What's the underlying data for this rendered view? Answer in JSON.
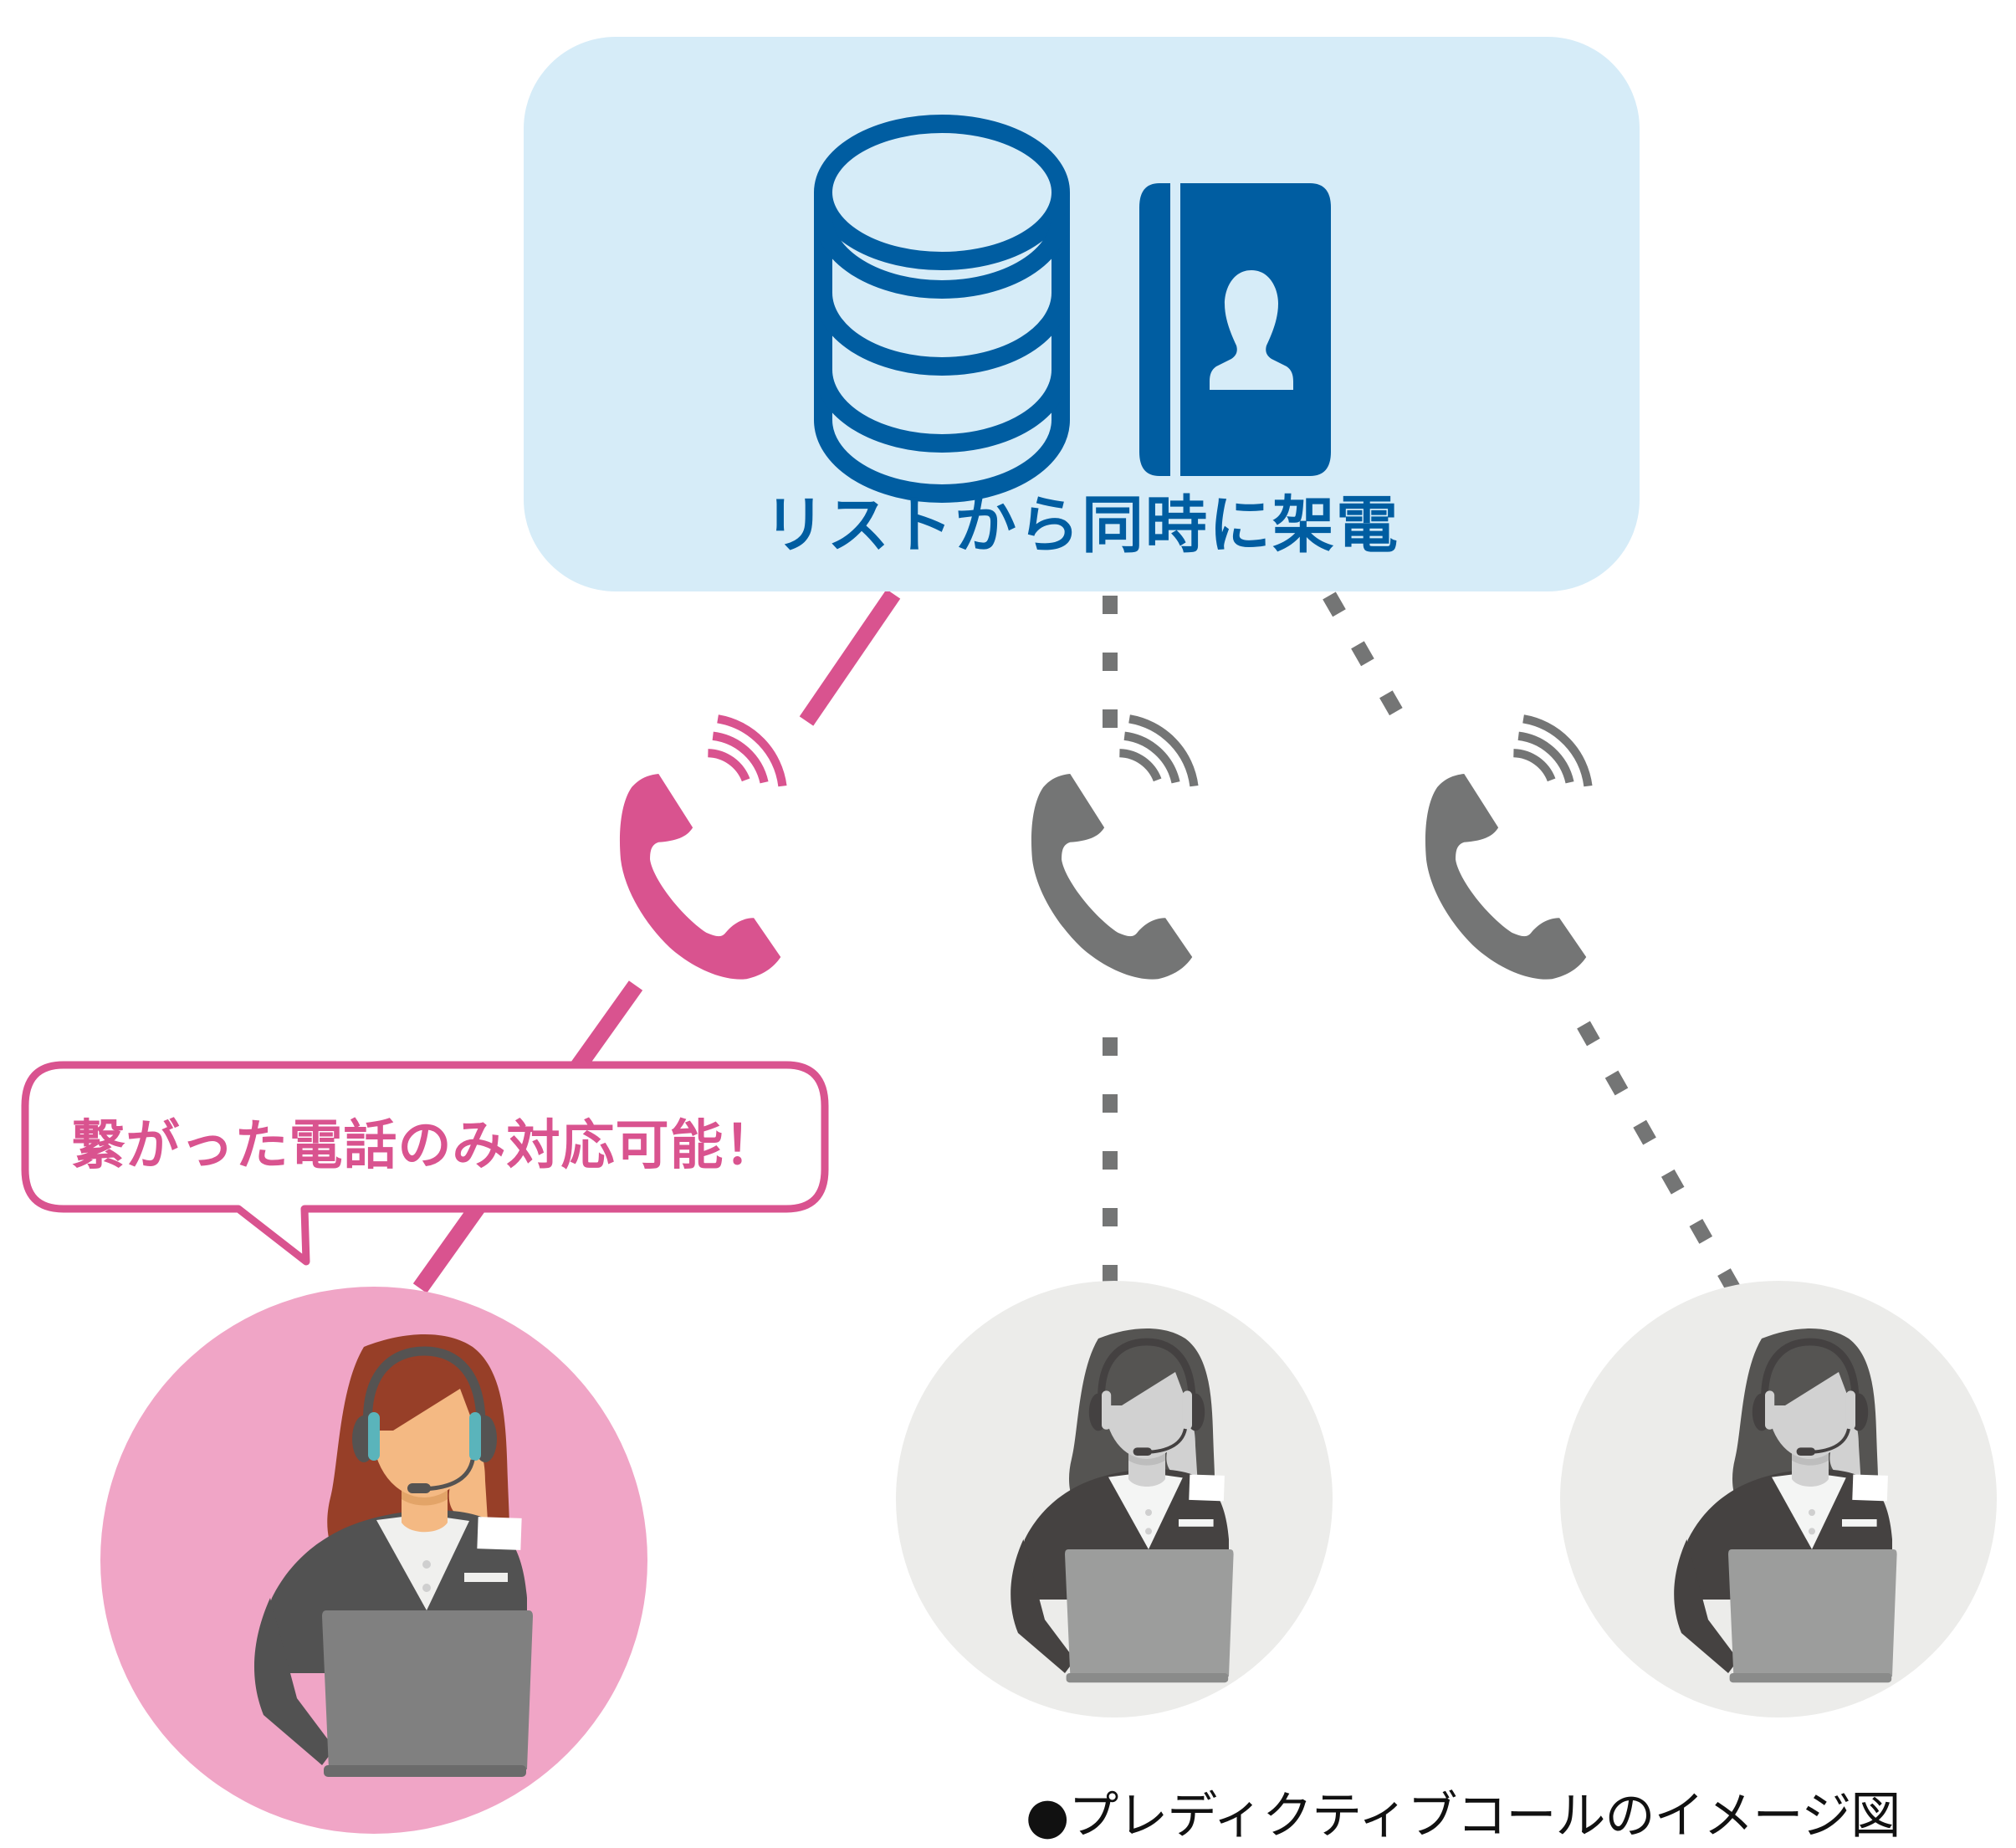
{
  "colors": {
    "box_bg": "#d6ecf8",
    "brand_blue": "#005da1",
    "connected_pink": "#d9538f",
    "connected_circle": "#f0a5c6",
    "idle_gray": "#747575",
    "idle_circle": "#ececea",
    "caption": "#111111"
  },
  "source_box": {
    "icons": [
      "database-icon",
      "contact-book-icon"
    ],
    "title": "リストから同時に架電"
  },
  "calls": [
    {
      "id": "call-1",
      "status": "connected",
      "line": "solid",
      "icon": "phone-ringing-icon"
    },
    {
      "id": "call-2",
      "status": "not-connected",
      "line": "dashed",
      "icon": "phone-ringing-icon"
    },
    {
      "id": "call-3",
      "status": "not-connected",
      "line": "dashed",
      "icon": "phone-ringing-icon"
    }
  ],
  "agents": [
    {
      "id": "agent-1",
      "state": "active",
      "icon": "operator-with-headset-icon"
    },
    {
      "id": "agent-2",
      "state": "idle",
      "icon": "operator-with-headset-icon"
    },
    {
      "id": "agent-3",
      "state": "idle",
      "icon": "operator-with-headset-icon"
    }
  ],
  "speech_bubble": {
    "text": "繋がった電話のみ対応可能！"
  },
  "caption": "●プレディクティブコールのイメージ図"
}
